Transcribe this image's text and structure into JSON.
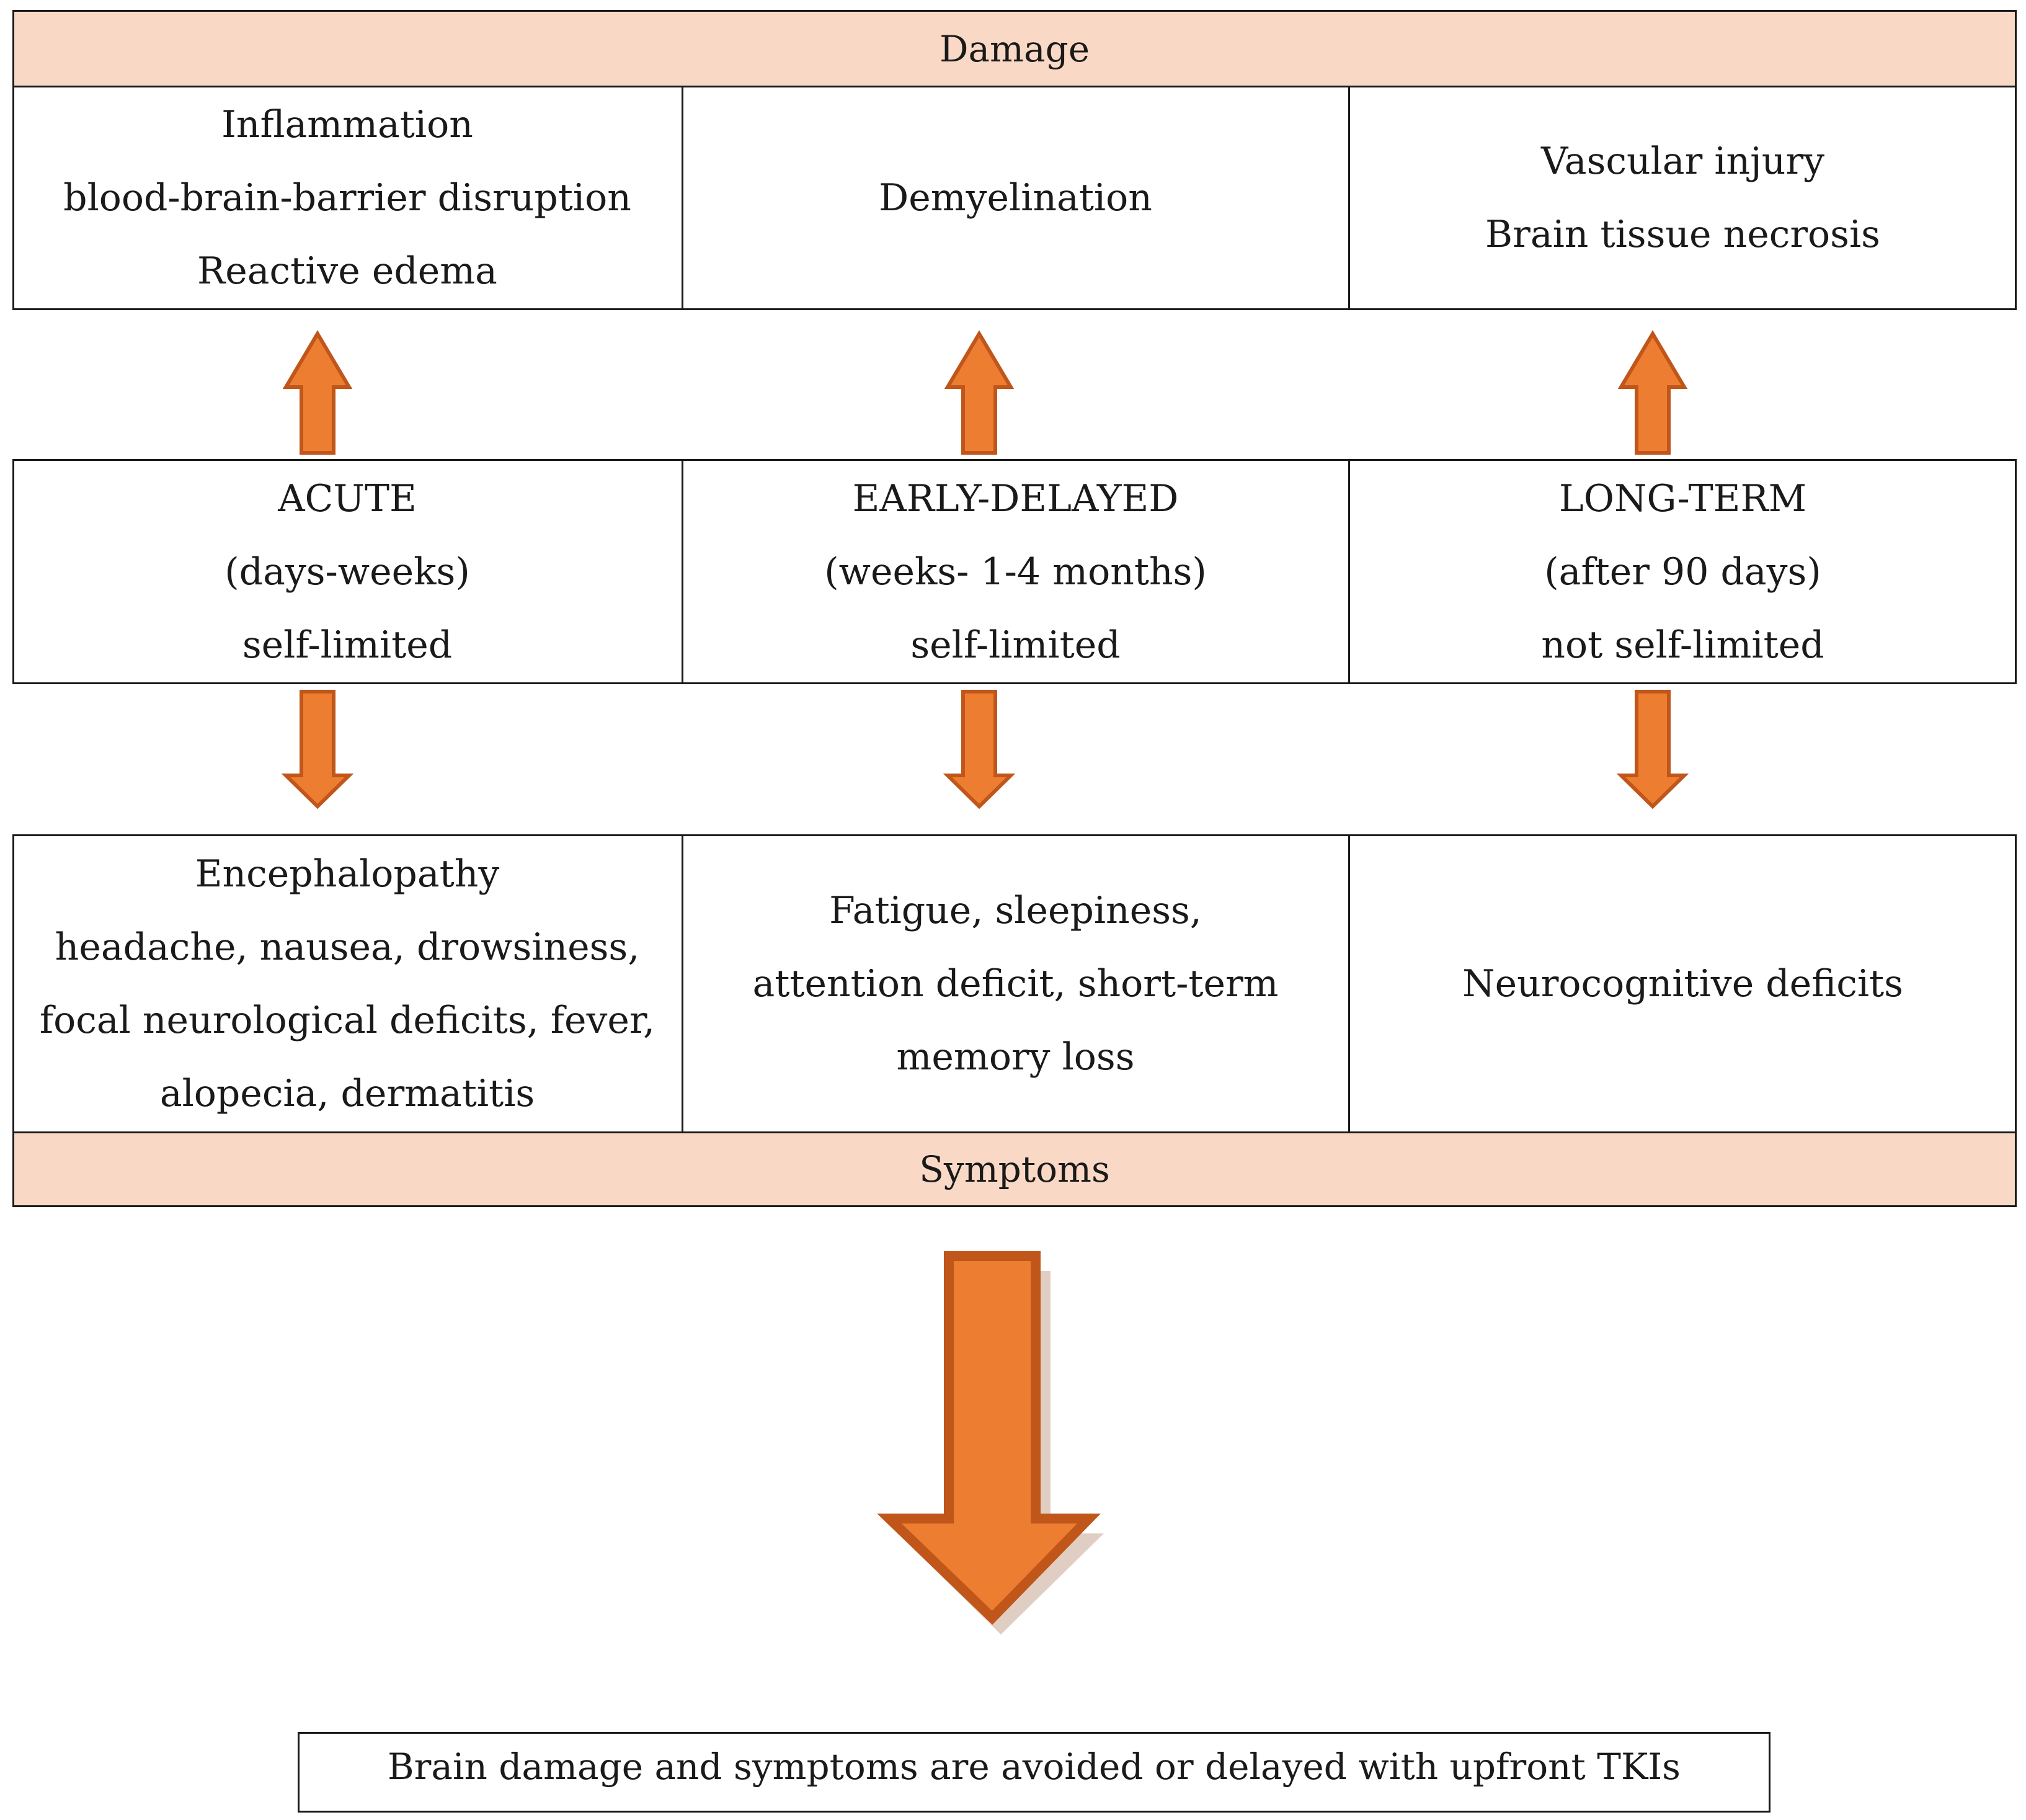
{
  "damage": {
    "title": "Damage",
    "acute_lines": [
      "Inflammation",
      "blood-brain-barrier disruption",
      "Reactive edema"
    ],
    "early_lines": [
      "Demyelination"
    ],
    "long_lines": [
      "Vascular injury",
      "Brain tissue necrosis"
    ]
  },
  "phases": {
    "acute": {
      "name": "ACUTE",
      "duration": "(days-weeks)",
      "course": "self-limited"
    },
    "early": {
      "name": "EARLY-DELAYED",
      "duration": "(weeks- 1-4 months)",
      "course": "self-limited"
    },
    "long": {
      "name": "LONG-TERM",
      "duration": "(after 90 days)",
      "course": "not self-limited"
    }
  },
  "symptoms": {
    "title": "Symptoms",
    "acute_lines": [
      "Encephalopathy",
      "headache, nausea, drowsiness,",
      "focal neurological deficits, fever,",
      "alopecia, dermatitis"
    ],
    "early_text": "Fatigue, sleepiness, attention deficit, short-term memory loss",
    "long_text": "Neurocognitive deficits"
  },
  "conclusion": "Brain damage and symptoms are avoided or delayed with upfront TKIs",
  "colors": {
    "arrow_fill": "#ed7d31",
    "arrow_stroke": "#c0561a",
    "header_fill": "#f9d9c6"
  }
}
